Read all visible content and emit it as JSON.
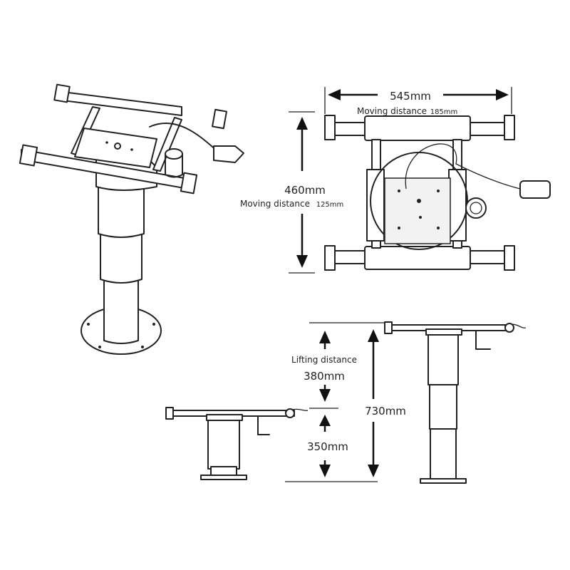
{
  "top_view": {
    "width_label": "545mm",
    "width_moving_label": "Moving distance",
    "width_moving_value": "185mm",
    "height_label": "460mm",
    "height_moving_label": "Moving distance",
    "height_moving_value": "125mm"
  },
  "side_view": {
    "lifting_label": "Lifting distance",
    "lifting_value": "380mm",
    "min_height_label": "350mm",
    "max_height_label": "730mm"
  }
}
